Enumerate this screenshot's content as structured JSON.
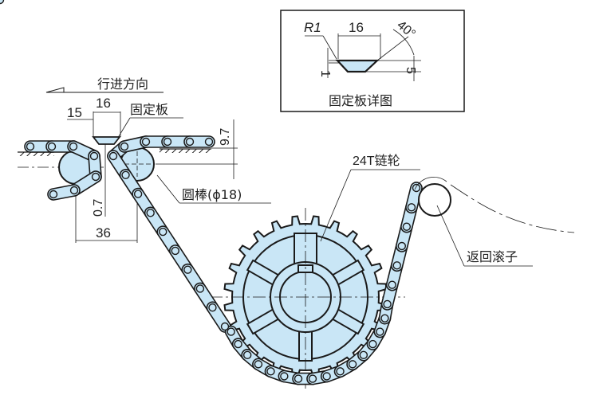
{
  "colors": {
    "fill": "#c9e6f6",
    "stroke": "#1a1a1a",
    "background": "#ffffff"
  },
  "detail_box": {
    "title": "固定板详图",
    "radius_label": "R1",
    "width_label": "16",
    "angle_label": "40°",
    "height_label": "5",
    "thickness_label": "1"
  },
  "labels": {
    "direction": "行进方向",
    "fixed_plate": "固定板",
    "round_bar": "圆棒(ϕ18)",
    "sprocket": "24T链轮",
    "return_roller": "返回滚子"
  },
  "dimensions": {
    "d15": "15",
    "d16": "16",
    "d97": "9.7",
    "d07": "0.7",
    "d36": "36"
  }
}
